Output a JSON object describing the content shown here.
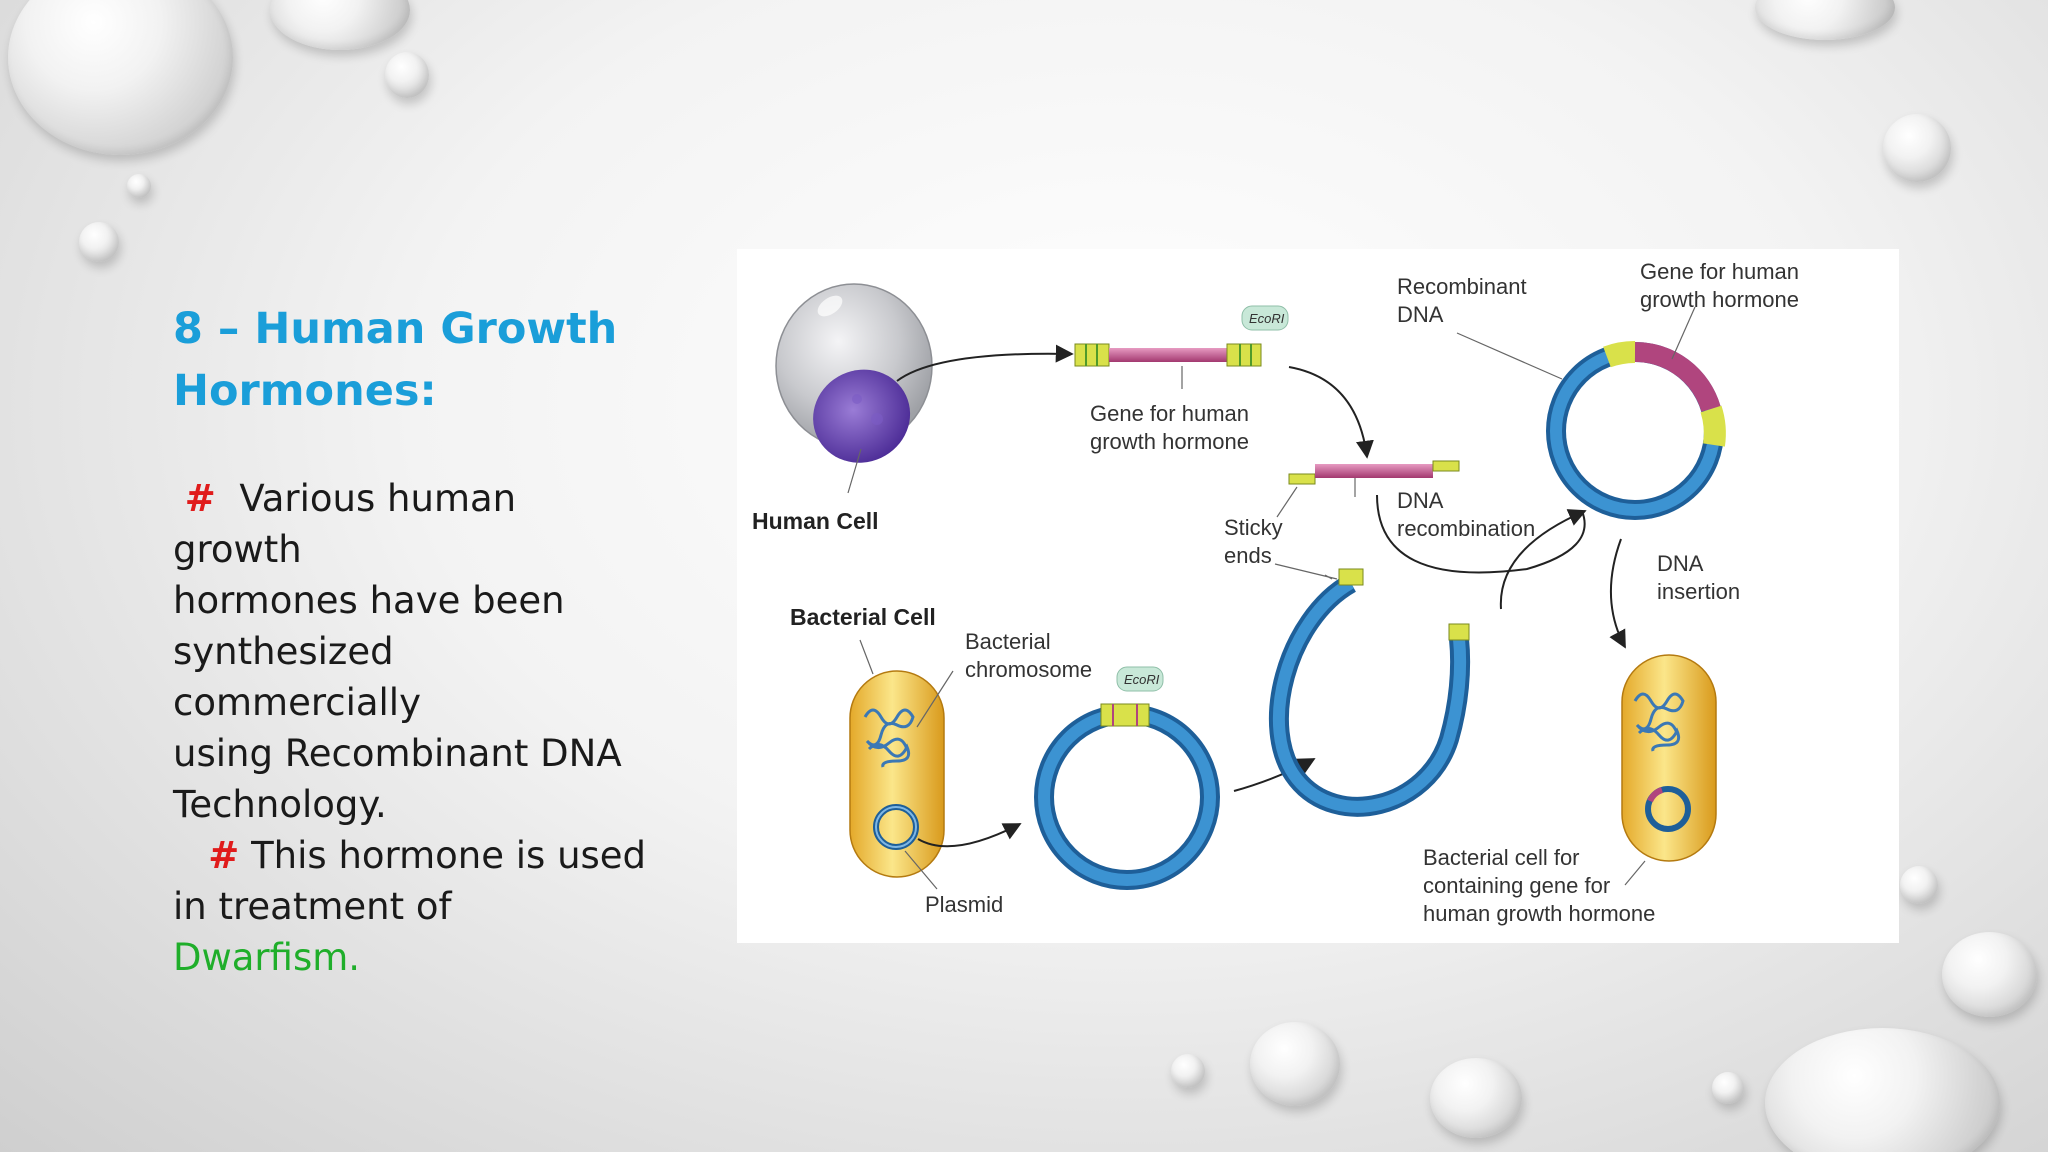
{
  "slide": {
    "heading_line1": "8 – Human Growth",
    "heading_line2": "Hormones:",
    "bullet_marker": "#",
    "para1_l1": "Various human growth",
    "para1_l2": "hormones have been",
    "para1_l3": "synthesized commercially",
    "para1_l4": "using Recombinant DNA",
    "para1_l5": "Technology.",
    "para2_l1": "This hormone is used",
    "para2_l2": "in treatment of",
    "para2_l3": "Dwarfism."
  },
  "diagram": {
    "human_cell": "Human Cell",
    "gene_l1": "Gene for human",
    "gene_l2": "growth hormone",
    "ecori": "EcoRI",
    "sticky_l1": "Sticky",
    "sticky_l2": "ends",
    "dna_recomb_l1": "DNA",
    "dna_recomb_l2": "recombination",
    "recombinant_l1": "Recombinant",
    "recombinant_l2": "DNA",
    "gene_top_l1": "Gene for human",
    "gene_top_l2": "growth hormone",
    "dna_insertion_l1": "DNA",
    "dna_insertion_l2": "insertion",
    "bacterial_cell": "Bacterial Cell",
    "bact_chrom_l1": "Bacterial",
    "bact_chrom_l2": "chromosome",
    "plasmid": "Plasmid",
    "result_l1": "Bacterial cell for",
    "result_l2": "containing gene for",
    "result_l3": "human growth hormone"
  },
  "colors": {
    "heading": "#1a9ed9",
    "hash": "#e01b1b",
    "highlight": "#1fae2a",
    "plasmid": "#2a78b8",
    "gene": "#b0457e"
  }
}
